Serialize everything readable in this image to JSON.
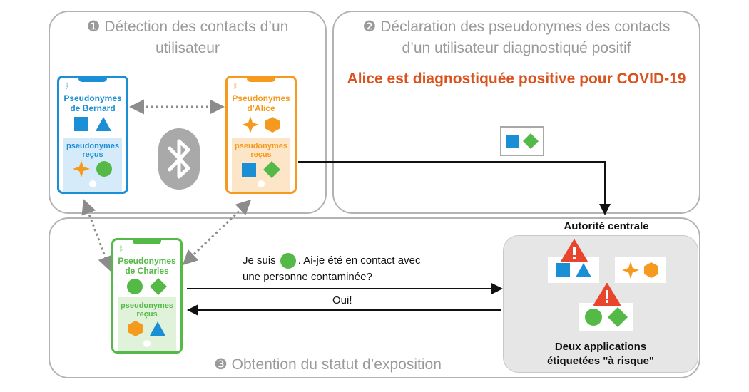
{
  "panels": {
    "p1": {
      "number": "❶",
      "title_line1": "Détection des contacts d’un",
      "title_line2": "utilisateur"
    },
    "p2": {
      "number": "❷",
      "title_line1": "Déclaration  des pseudonymes des contacts",
      "title_line2": "d’un utilisateur diagnostiqué positif",
      "headline": "Alice est diagnostiquée positive pour COVID-19"
    },
    "p3": {
      "number": "❸",
      "title": "Obtention du statut d’exposition"
    }
  },
  "phones": {
    "bernard": {
      "own_label_1": "Pseudonymes",
      "own_label_2": "de Bernard",
      "recv_label_1": "pseudonymes",
      "recv_label_2": "reçus",
      "own_shapes": [
        "square-blue",
        "triangle-blue"
      ],
      "recv_shapes": [
        "star-orange",
        "circle-green"
      ]
    },
    "alice": {
      "own_label_1": "Pseudonymes",
      "own_label_2": "d’Alice",
      "recv_label_1": "pseudonymes",
      "recv_label_2": "reçus",
      "own_shapes": [
        "star-orange",
        "hexagon-orange"
      ],
      "recv_shapes": [
        "square-blue",
        "diamond-green"
      ]
    },
    "charles": {
      "own_label_1": "Pseudonymes",
      "own_label_2": "de Charles",
      "recv_label_1": "pseudonymes",
      "recv_label_2": "reçus",
      "own_shapes": [
        "circle-green",
        "diamond-green"
      ],
      "recv_shapes": [
        "hexagon-orange",
        "triangle-blue"
      ]
    }
  },
  "authority": {
    "title": "Autorité centrale",
    "caption_1": "Deux applications",
    "caption_2": "étiquetées \"à risque\""
  },
  "messages": {
    "question_part1": "Je suis",
    "question_part2": ". Ai-je été en contact avec",
    "question_line2": "une personne contaminée?",
    "answer": "Oui!"
  },
  "colors": {
    "blue": "#1a8fd6",
    "orange": "#f59a1e",
    "green": "#55b947",
    "dark_orange": "#d9531e",
    "red": "#e8452c",
    "panel_border": "#b3b3b3",
    "title_grey": "#9a9a9a"
  },
  "icons": {
    "bluetooth": "bluetooth-icon",
    "warning": "warning-icon"
  }
}
